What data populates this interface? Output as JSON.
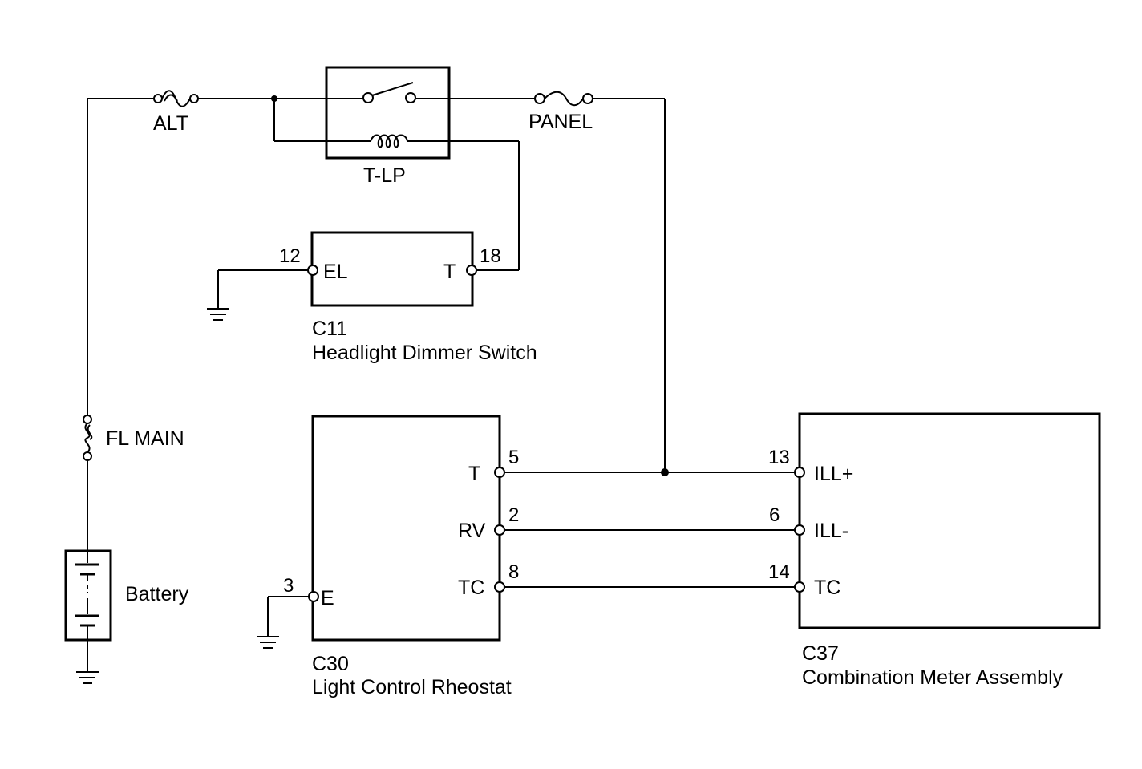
{
  "fuses": {
    "alt": "ALT",
    "panel": "PANEL",
    "fl_main": "FL MAIN"
  },
  "relay": {
    "name": "T-LP"
  },
  "battery": {
    "label": "Battery"
  },
  "dimmer_switch": {
    "code": "C11",
    "name": "Headlight Dimmer Switch",
    "pins": [
      {
        "num": "12",
        "label": "EL"
      },
      {
        "num": "18",
        "label": "T"
      }
    ]
  },
  "rheostat": {
    "code": "C30",
    "name": "Light Control Rheostat",
    "pins": [
      {
        "num": "5",
        "label": "T"
      },
      {
        "num": "2",
        "label": "RV"
      },
      {
        "num": "8",
        "label": "TC"
      },
      {
        "num": "3",
        "label": "E"
      }
    ]
  },
  "meter": {
    "code": "C37",
    "name": "Combination Meter Assembly",
    "pins": [
      {
        "num": "13",
        "label": "ILL+"
      },
      {
        "num": "6",
        "label": "ILL-"
      },
      {
        "num": "14",
        "label": "TC"
      }
    ]
  }
}
